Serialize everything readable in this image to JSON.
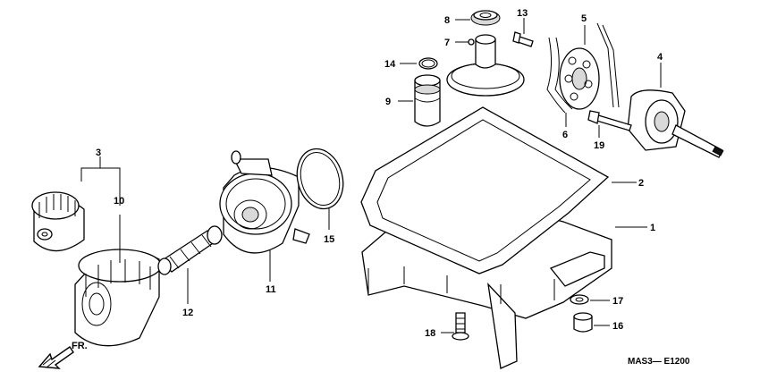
{
  "callouts": {
    "c1": "1",
    "c2": "2",
    "c3": "3",
    "c4": "4",
    "c5": "5",
    "c6": "6",
    "c7": "7",
    "c8": "8",
    "c9": "9",
    "c10": "10",
    "c11": "11",
    "c12": "12",
    "c13": "13",
    "c14": "14",
    "c15": "15",
    "c16": "16",
    "c17": "17",
    "c18": "18",
    "c19": "19"
  },
  "direction_label": "FR.",
  "diagram_code": "MAS3— E1200"
}
